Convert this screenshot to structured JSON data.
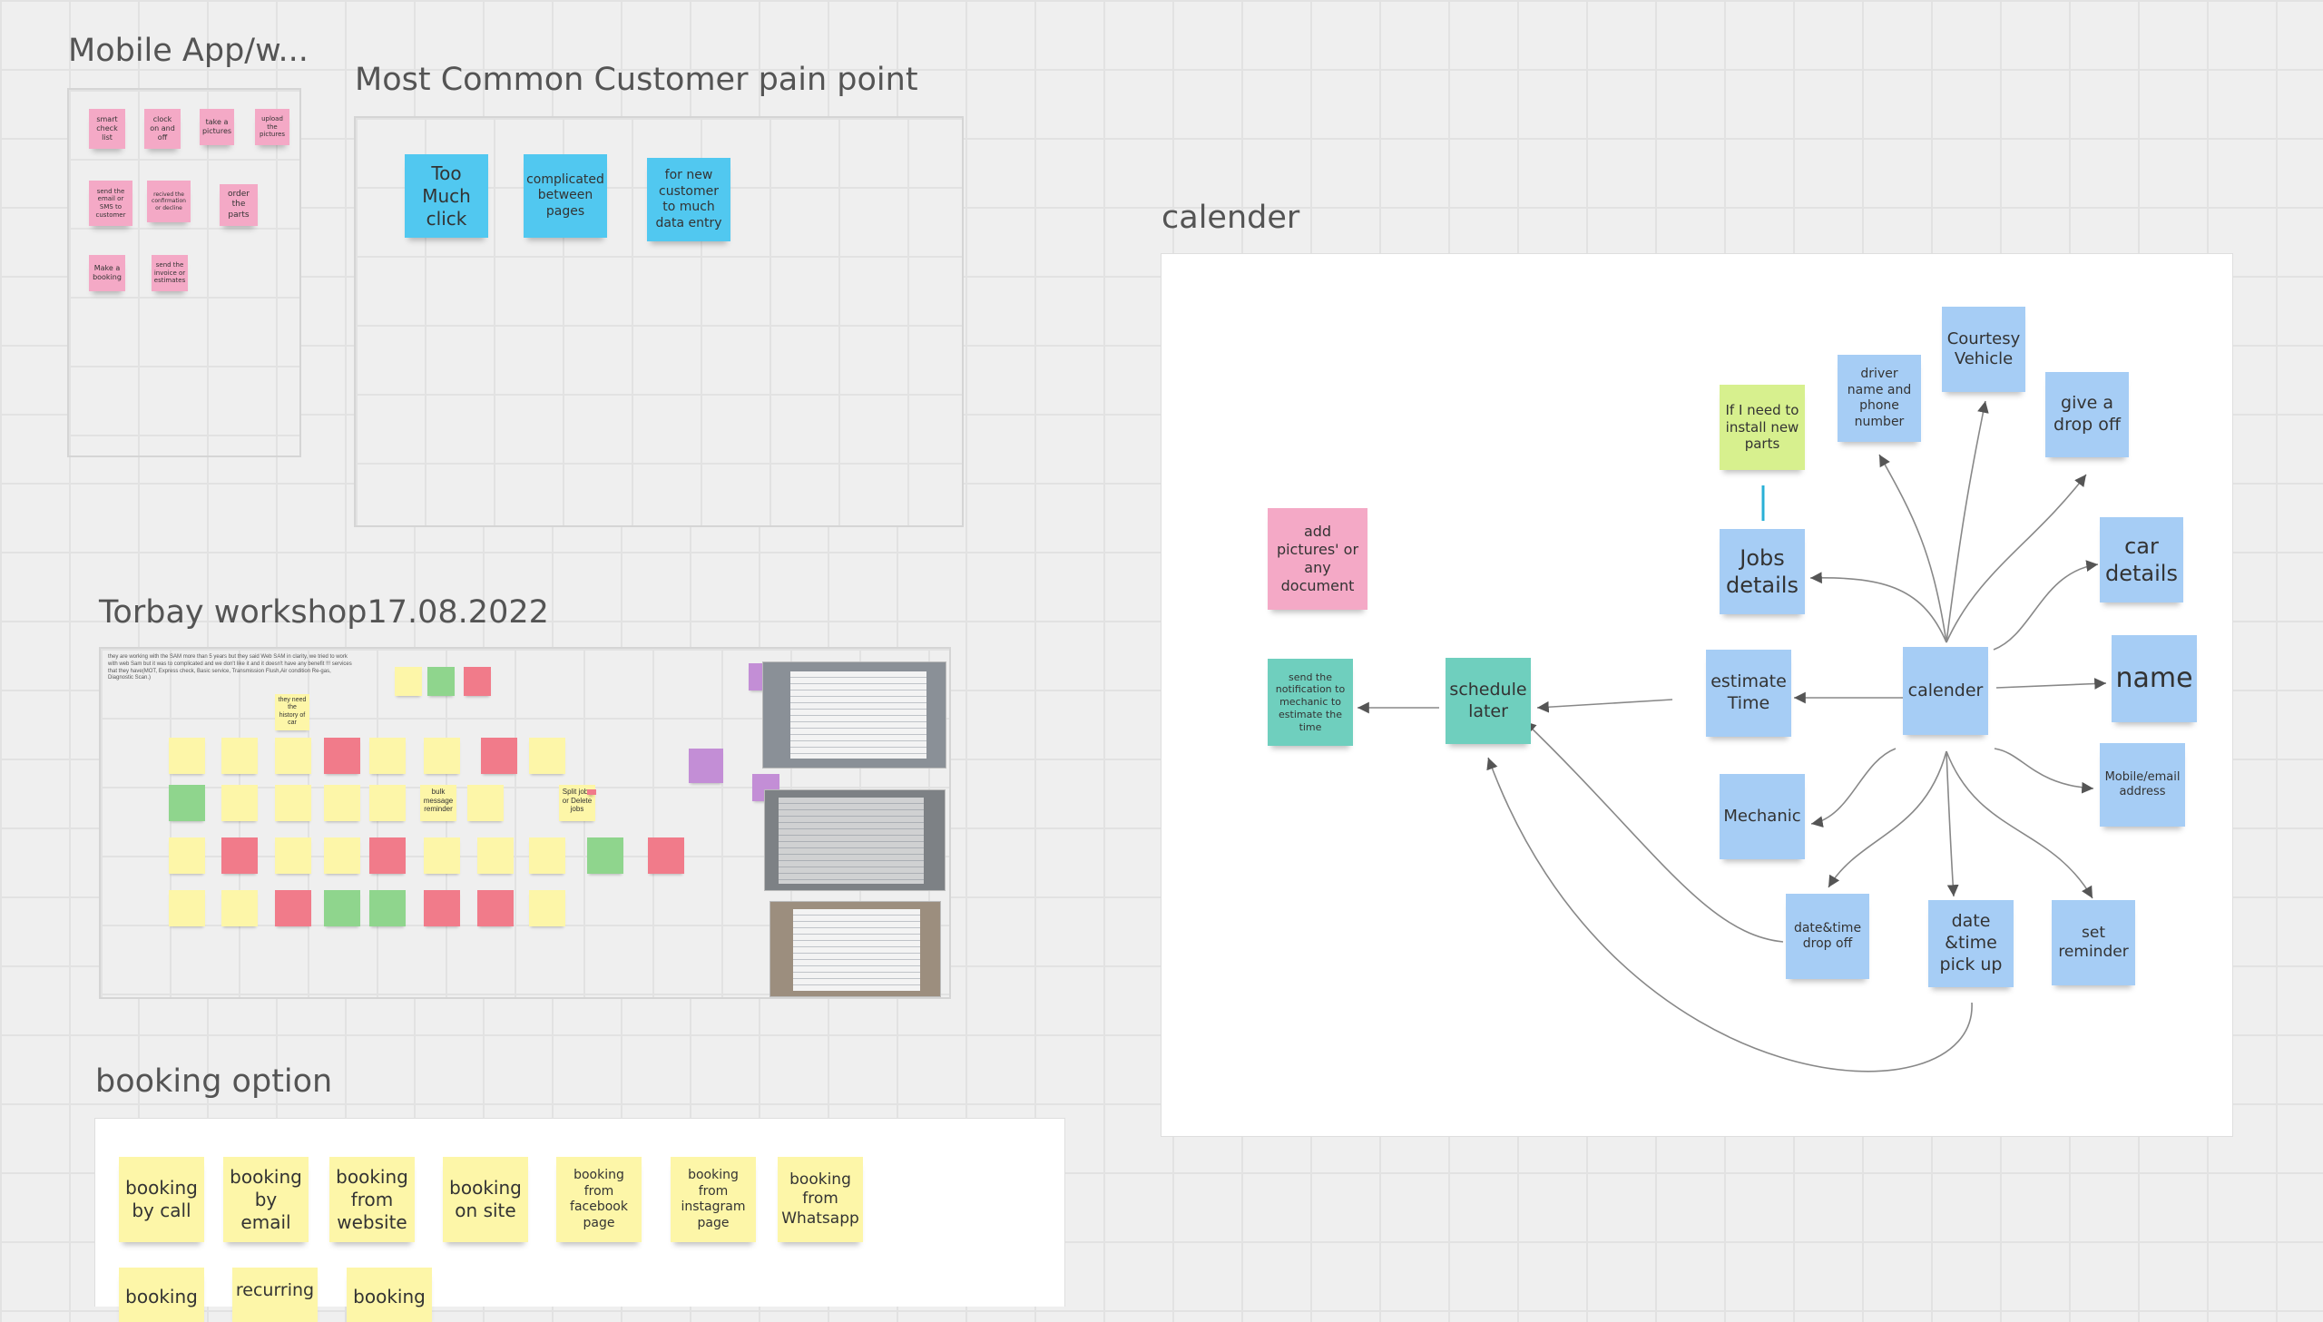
{
  "mobile": {
    "title": "Mobile App/w...",
    "notes": [
      "smart check list",
      "clock on and off",
      "take a pictures",
      "upload the pictures",
      "send the email or SMS to customer",
      "recived the confirmation or decline",
      "order the parts",
      "Make a booking",
      "send the invoice or estimates"
    ]
  },
  "pain": {
    "title": "Most Common Customer pain point",
    "notes": [
      "Too Much click",
      "complicated between pages",
      "for new customer to much data entry"
    ]
  },
  "calendar": {
    "title": "calender",
    "notes": {
      "courtesy": "Courtesy Vehicle",
      "driver": "driver name and phone number",
      "install": "If I need to install new parts",
      "dropoff": "give a drop off",
      "add_pictures": "add pictures' or any document",
      "jobs": "Jobs details",
      "car": "car details",
      "notify": "send the notification to mechanic to estimate the time",
      "schedule": "schedule later",
      "estimate": "estimate Time",
      "calender": "calender",
      "name": "name",
      "mobile": "Mobile/email address",
      "mechanic": "Mechanic",
      "dt_drop": "date&time drop off",
      "dt_pick": "date &time pick up",
      "reminder": "set reminder"
    }
  },
  "torbay": {
    "title": "Torbay workshop17.08.2022",
    "intro": "they are working with the SAM more than 5 years but they said Web SAM in clarity, we tried to work with web Sam but it was to complicated and we don't like it and it doesn't have any benefit !!! services that they have(MOT, Express check, Basic service, Transmission Flush,Air condition Re-gas, Diagnostic Scan.)",
    "notes": {
      "history": "they need the history of car",
      "split": "Split jobs or Delete jobs",
      "bulk": "bulk message reminder"
    }
  },
  "booking": {
    "title": "booking option",
    "notes": [
      "booking by call",
      "booking by email",
      "booking from website",
      "booking on site",
      "booking from facebook page",
      "booking from instagram page",
      "booking from Whatsapp",
      "booking",
      "recurring",
      "booking"
    ]
  }
}
